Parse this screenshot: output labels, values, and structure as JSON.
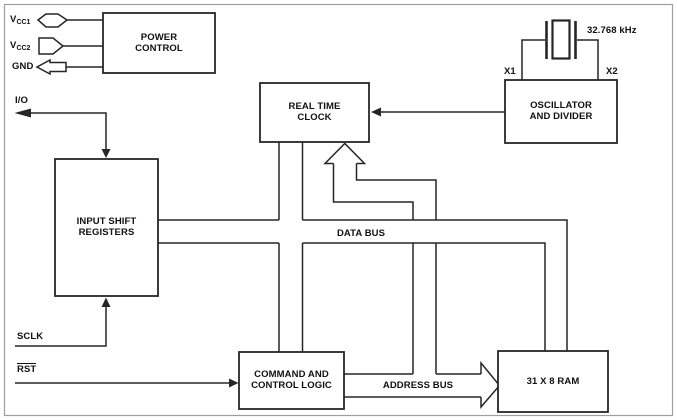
{
  "colors": {
    "line": "#262626",
    "frame_border": "#9e9e9e",
    "background": "#ffffff",
    "text": "#111111"
  },
  "blocks": {
    "power_control": {
      "label": "POWER\nCONTROL"
    },
    "real_time_clock": {
      "label": "REAL TIME\nCLOCK"
    },
    "input_shift_registers": {
      "label": "INPUT SHIFT\nREGISTERS"
    },
    "oscillator_divider": {
      "label": "OSCILLATOR\nAND DIVIDER"
    },
    "command_control_logic": {
      "label": "COMMAND AND\nCONTROL LOGIC"
    },
    "ram": {
      "label": "31 X 8 RAM"
    }
  },
  "pins": {
    "vcc1": {
      "base": "V",
      "sub": "CC1"
    },
    "vcc2": {
      "base": "V",
      "sub": "CC2"
    },
    "gnd": {
      "label": "GND"
    },
    "io": {
      "label": "I/O"
    },
    "sclk": {
      "label": "SCLK"
    },
    "rst": {
      "label": "RST"
    },
    "x1": {
      "label": "X1"
    },
    "x2": {
      "label": "X2"
    }
  },
  "buses": {
    "data_bus": {
      "label": "DATA BUS"
    },
    "address_bus": {
      "label": "ADDRESS BUS"
    }
  },
  "crystal": {
    "frequency": "32.768 kHz"
  }
}
